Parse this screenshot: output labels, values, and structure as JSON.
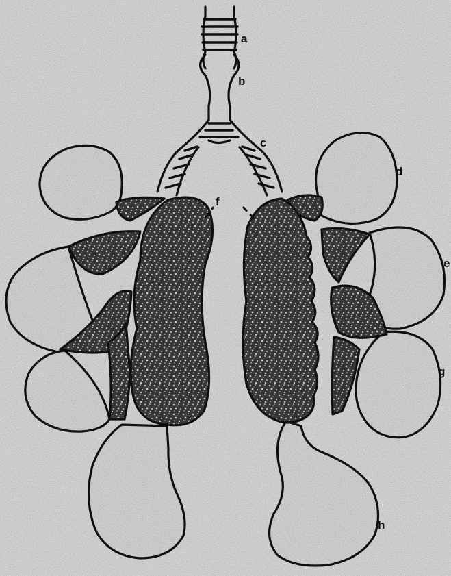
{
  "figure": {
    "colors": {
      "background": "#d8d8d8",
      "ink": "#111111",
      "sac_fill": "#d4d4d4",
      "lung_fill": "#3a3a3a"
    },
    "labels": {
      "a": "a",
      "b": "b",
      "c": "c",
      "d": "d",
      "e": "e",
      "f": "f",
      "g": "g",
      "h": "h"
    }
  }
}
